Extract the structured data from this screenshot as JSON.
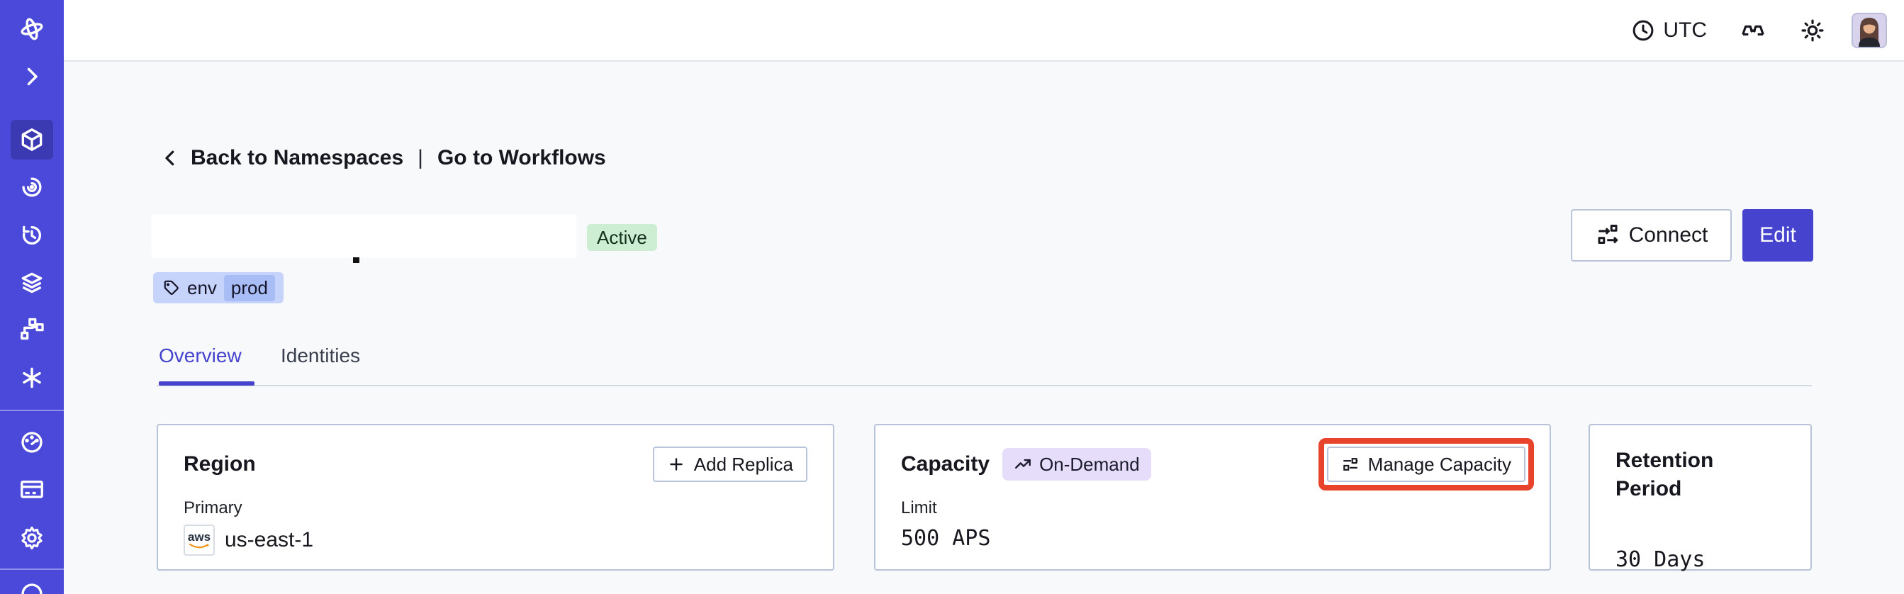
{
  "topbar": {
    "timezone_label": "UTC"
  },
  "breadcrumb": {
    "back_label": "Back to Namespaces",
    "separator": "|",
    "workflows_label": "Go to Workflows"
  },
  "header": {
    "status_badge": "Active",
    "tag_key": "env",
    "tag_value": "prod",
    "connect_label": "Connect",
    "edit_label": "Edit"
  },
  "tabs": {
    "overview": "Overview",
    "identities": "Identities"
  },
  "cards": {
    "region": {
      "title": "Region",
      "action_label": "Add Replica",
      "field_label": "Primary",
      "provider_label": "aws",
      "value": "us-east-1"
    },
    "capacity": {
      "title": "Capacity",
      "badge": "On-Demand",
      "action_label": "Manage Capacity",
      "field_label": "Limit",
      "value": "500 APS"
    },
    "retention": {
      "title": "Retention Period",
      "value": "30 Days"
    }
  },
  "colors": {
    "sidebar": "#4b49da",
    "sidebar_selected": "rgba(22,20,80,0.28)",
    "accent": "#4543ce",
    "edit_bg": "#4644cf",
    "highlight": "#e8432b",
    "active_bg": "#cdeed2",
    "active_text": "#14301d",
    "ondemand_bg": "#e5ddfa",
    "tag_bg": "#c6d3fa",
    "tag_chip": "#a8bdf6",
    "page_bg": "#f8f9fb",
    "card_border": "#b8c3d9",
    "btn_border": "#b9c3da",
    "divider": "#d5d9e2",
    "text": "#17171f",
    "label": "#1d2127"
  }
}
